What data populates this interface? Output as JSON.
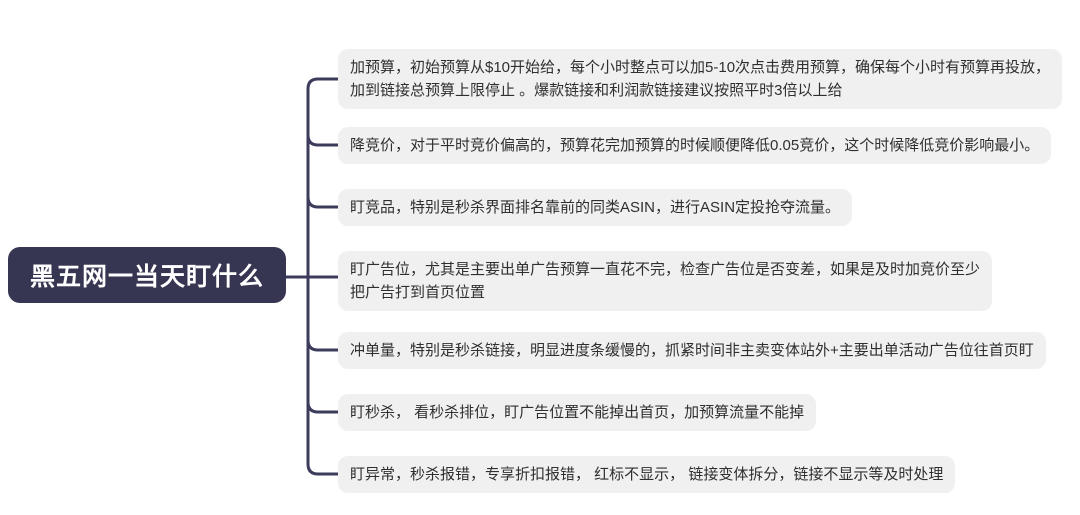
{
  "mindmap": {
    "root": {
      "label": "黑五网一当天盯什么"
    },
    "branches": [
      {
        "id": "add-budget",
        "label": "加预算，初始预算从$10开始给，每个小时整点可以加5-10次点击费用预算，确保每个小时有预算再投放，\n加到链接总预算上限停止 。爆款链接和利润款链接建议按照平时3倍以上给"
      },
      {
        "id": "lower-bid",
        "label": "降竞价，对于平时竞价偏高的，预算花完加预算的时候顺便降低0.05竞价，这个时候降低竞价影响最小。"
      },
      {
        "id": "watch-competitor",
        "label": "盯竞品，特别是秒杀界面排名靠前的同类ASIN，进行ASIN定投抢夺流量。"
      },
      {
        "id": "watch-ad-position",
        "label": "盯广告位，尤其是主要出单广告预算一直花不完，检查广告位是否变差，如果是及时加竞价至少\n把广告打到首页位置"
      },
      {
        "id": "push-orders",
        "label": "冲单量，特别是秒杀链接，明显进度条缓慢的，抓紧时间非主卖变体站外+主要出单活动广告位往首页盯"
      },
      {
        "id": "watch-deal",
        "label": "盯秒杀， 看秒杀排位，盯广告位置不能掉出首页，加预算流量不能掉"
      },
      {
        "id": "watch-errors",
        "label": "盯异常，秒杀报错，专享折扣报错， 红标不显示， 链接变体拆分，链接不显示等及时处理"
      }
    ],
    "colors": {
      "root_bg": "#363552",
      "root_text": "#ffffff",
      "branch_bg": "#f0f0f0",
      "branch_text": "#2f2f2f",
      "line": "#3c3b5b"
    }
  }
}
